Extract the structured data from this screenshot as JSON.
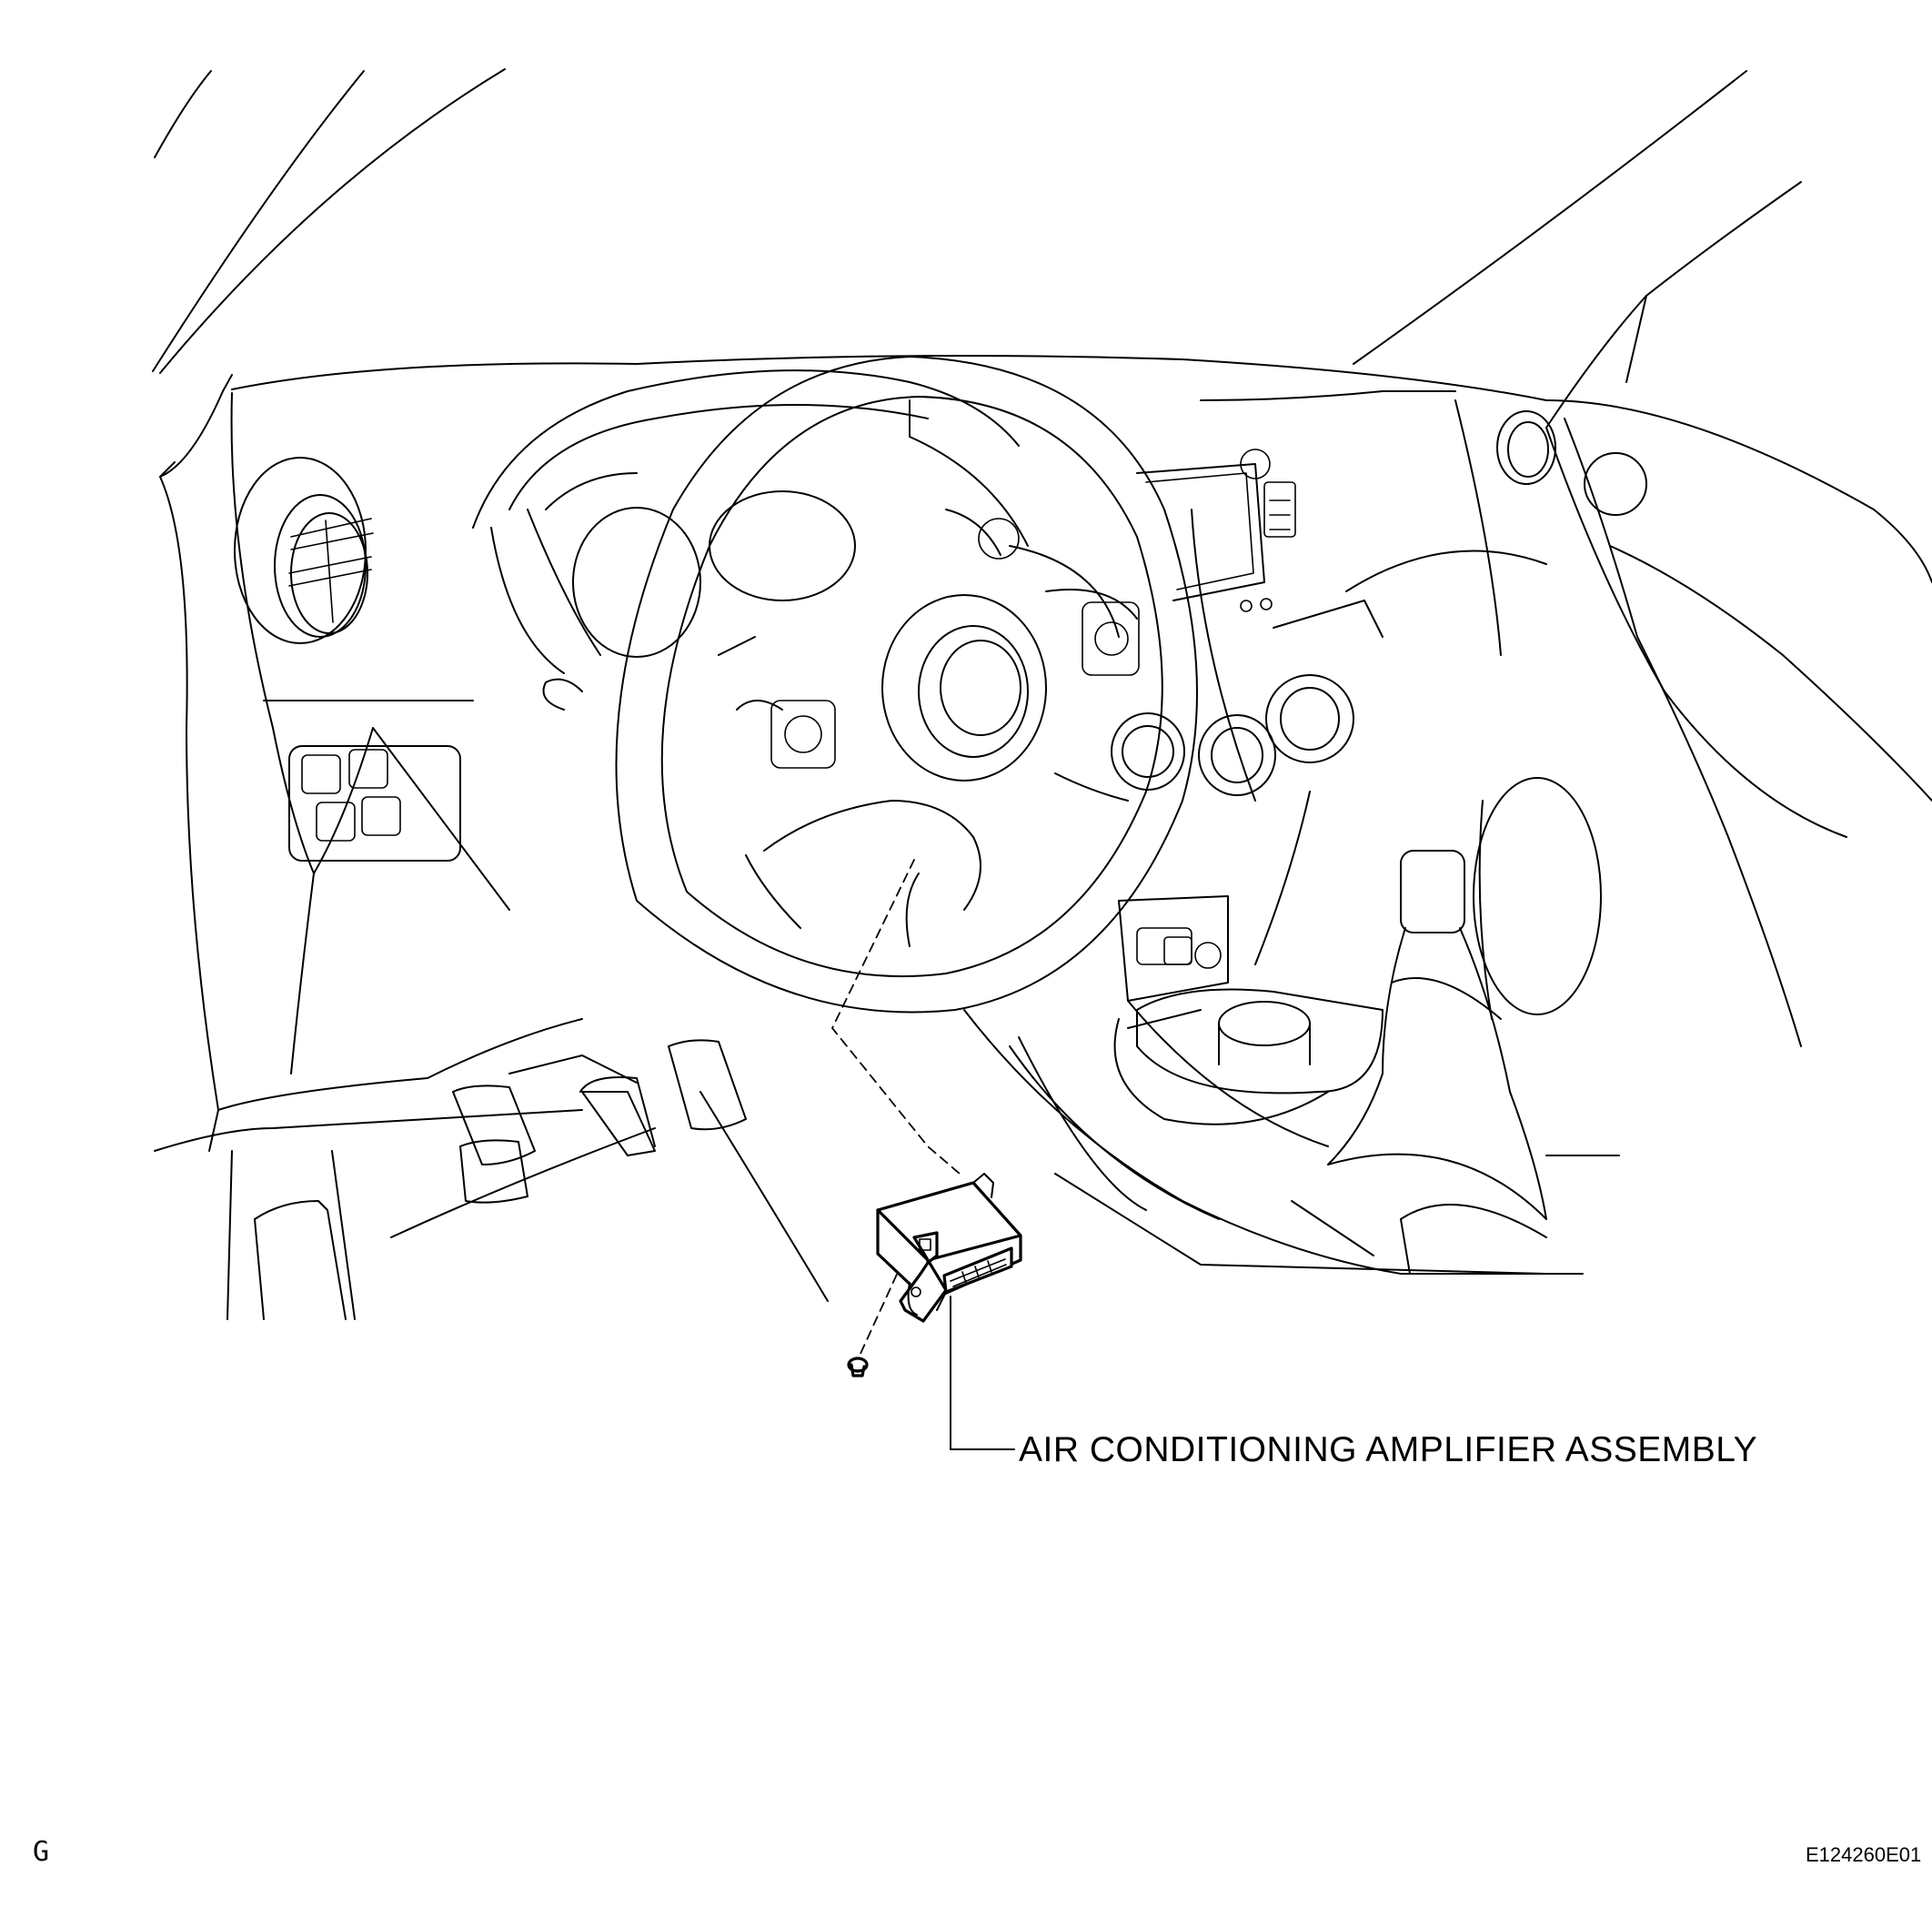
{
  "diagram": {
    "callout_label": "AIR CONDITIONING AMPLIFIER ASSEMBLY",
    "corner_letter": "G",
    "figure_code": "E124260E01"
  }
}
